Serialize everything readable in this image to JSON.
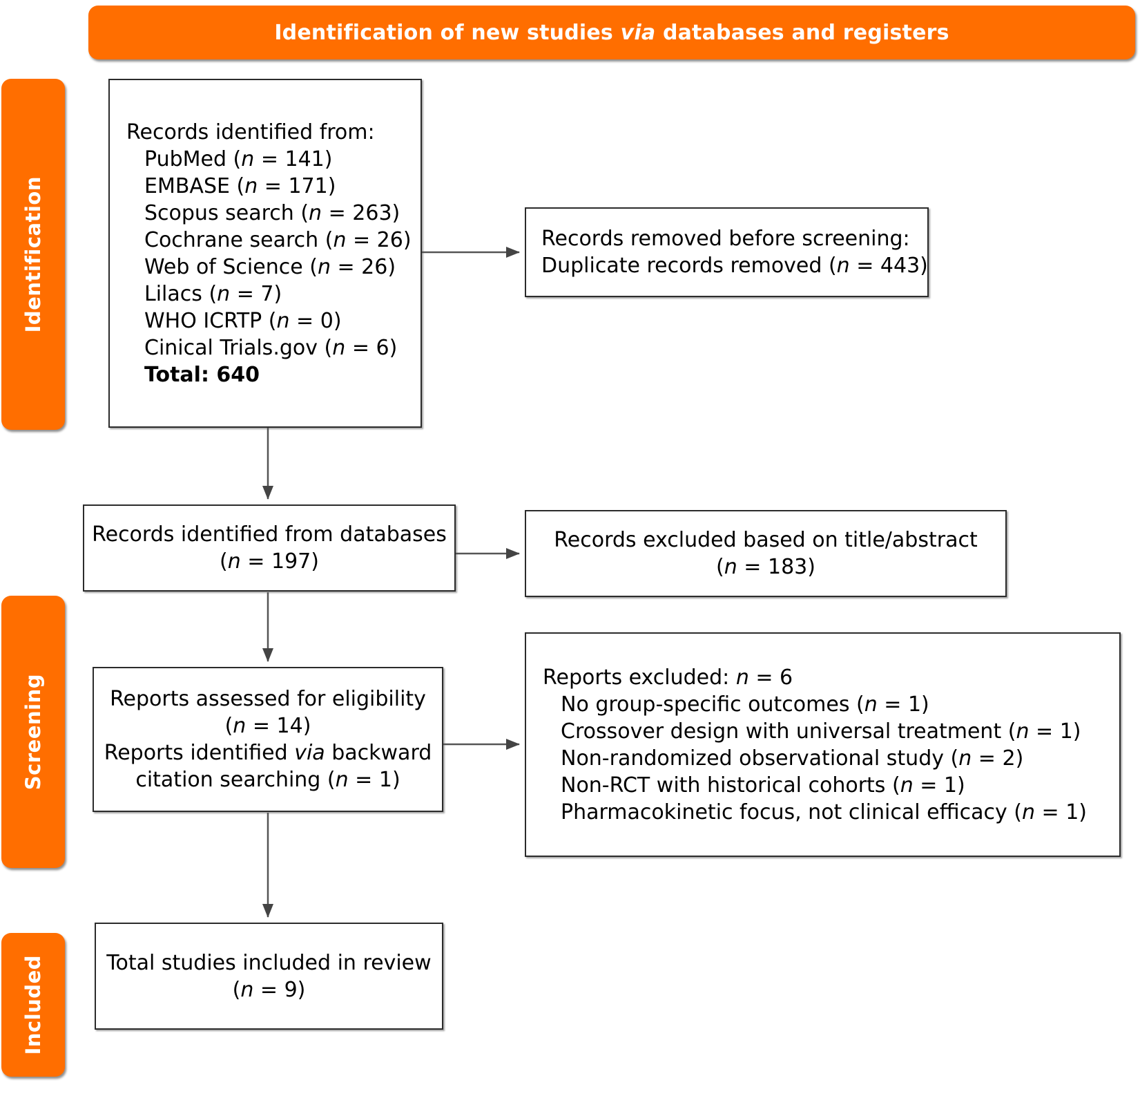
{
  "diagram": {
    "type": "prisma-flow-diagram",
    "accent_color": "#FF6E00",
    "box_border_color": "#2B2B2B",
    "connector_color": "#555555",
    "header": {
      "text_before": "Identification of new studies ",
      "text_italic": "via",
      "text_after": " databases and registers",
      "full_text": "Identification of new studies via databases and registers"
    },
    "phases": [
      {
        "label": "Identification"
      },
      {
        "label": "Screening"
      },
      {
        "label": "Included"
      }
    ]
  },
  "nodes": {
    "records_identified": {
      "title": "Records identified from:",
      "sources": [
        {
          "name": "PubMed",
          "n": "141",
          "text": "PubMed (n = 141)"
        },
        {
          "name": "EMBASE",
          "n": "171",
          "text": "EMBASE (n = 171)"
        },
        {
          "name": "Scopus search",
          "n": "263",
          "text": "Scopus search (n = 263)"
        },
        {
          "name": "Cochrane search",
          "n": "26",
          "text": "Cochrane search (n = 26)"
        },
        {
          "name": "Web of Science",
          "n": "26",
          "text": "Web of Science (n = 26)"
        },
        {
          "name": "Lilacs",
          "n": "7",
          "text": "Lilacs (n = 7)"
        },
        {
          "name": "WHO ICRTP",
          "n": "0",
          "text": "WHO ICRTP (n = 0)"
        },
        {
          "name": "Cinical Trials.gov",
          "n": "6",
          "text": "Cinical Trials.gov (n = 6)"
        }
      ],
      "total_label": "Total: 640",
      "total_value": "640"
    },
    "records_removed": {
      "line1": "Records removed before screening:",
      "line2_label": "Duplicate records removed",
      "line2_n": "443"
    },
    "records_from_databases": {
      "line1": "Records identified from databases",
      "n": "197"
    },
    "records_excluded": {
      "line1": "Records excluded based on title/abstract",
      "n": "183"
    },
    "reports_assessed": {
      "line1": "Reports assessed for eligibility",
      "n1": "14",
      "line3_before": "Reports identified ",
      "line3_italic": "via",
      "line3_after": " backward",
      "line4_label": "citation searching",
      "n2": "1"
    },
    "reports_excluded": {
      "heading_label": "Reports excluded:",
      "heading_n": "6",
      "reasons": [
        {
          "label": "No group-specific outcomes",
          "n": "1"
        },
        {
          "label": "Crossover design with universal treatment",
          "n": "1"
        },
        {
          "label": "Non-randomized observational study",
          "n": "2"
        },
        {
          "label": "Non-RCT with historical cohorts",
          "n": "1"
        },
        {
          "label": "Pharmacokinetic focus, not clinical efficacy",
          "n": "1"
        }
      ]
    },
    "total_included": {
      "line1": "Total studies included in review",
      "n": "9"
    }
  }
}
